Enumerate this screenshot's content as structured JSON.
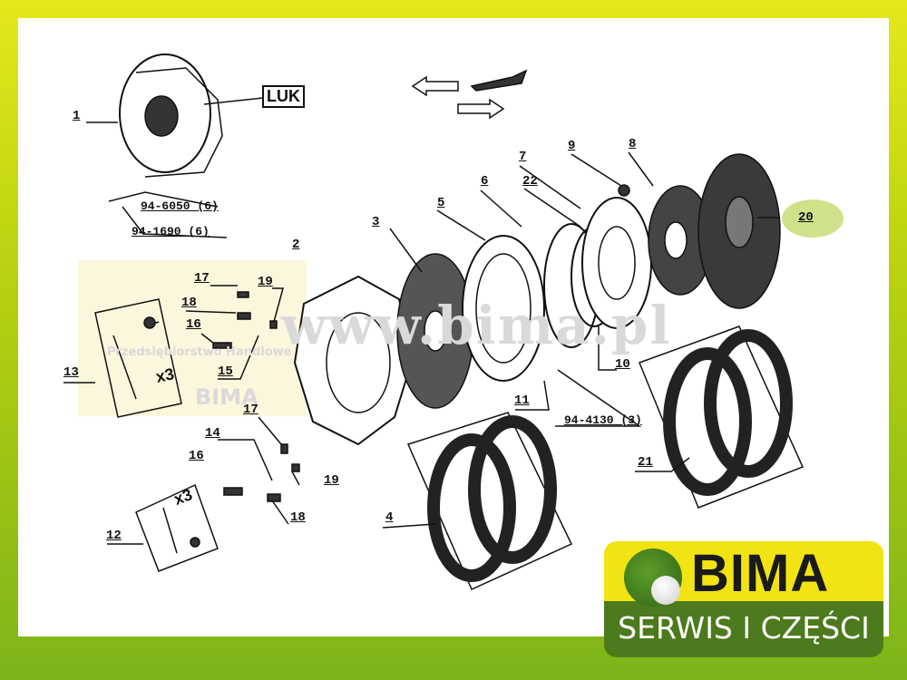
{
  "brand": {
    "name": "BIMA",
    "tagline": "SERWIS I CZĘŚCI",
    "colors": {
      "yellow": "#f2e313",
      "green": "#4c7a1c"
    }
  },
  "watermark": {
    "url": "www.bima.pl",
    "company_line1": "Przedsiębiorstwo Handlowe",
    "company_line2": "BIMA"
  },
  "diagram": {
    "manufacturer_box": "LUK",
    "part_refs": {
      "bolt": "94-6050 (6)",
      "washer": "94-1690 (6)",
      "screw": "94-4130 (3)"
    },
    "multiplier": "x3",
    "callouts": [
      "1",
      "2",
      "3",
      "4",
      "5",
      "6",
      "7",
      "8",
      "9",
      "10",
      "11",
      "12",
      "13",
      "14",
      "15",
      "16",
      "17",
      "18",
      "19",
      "20",
      "21",
      "22"
    ]
  }
}
